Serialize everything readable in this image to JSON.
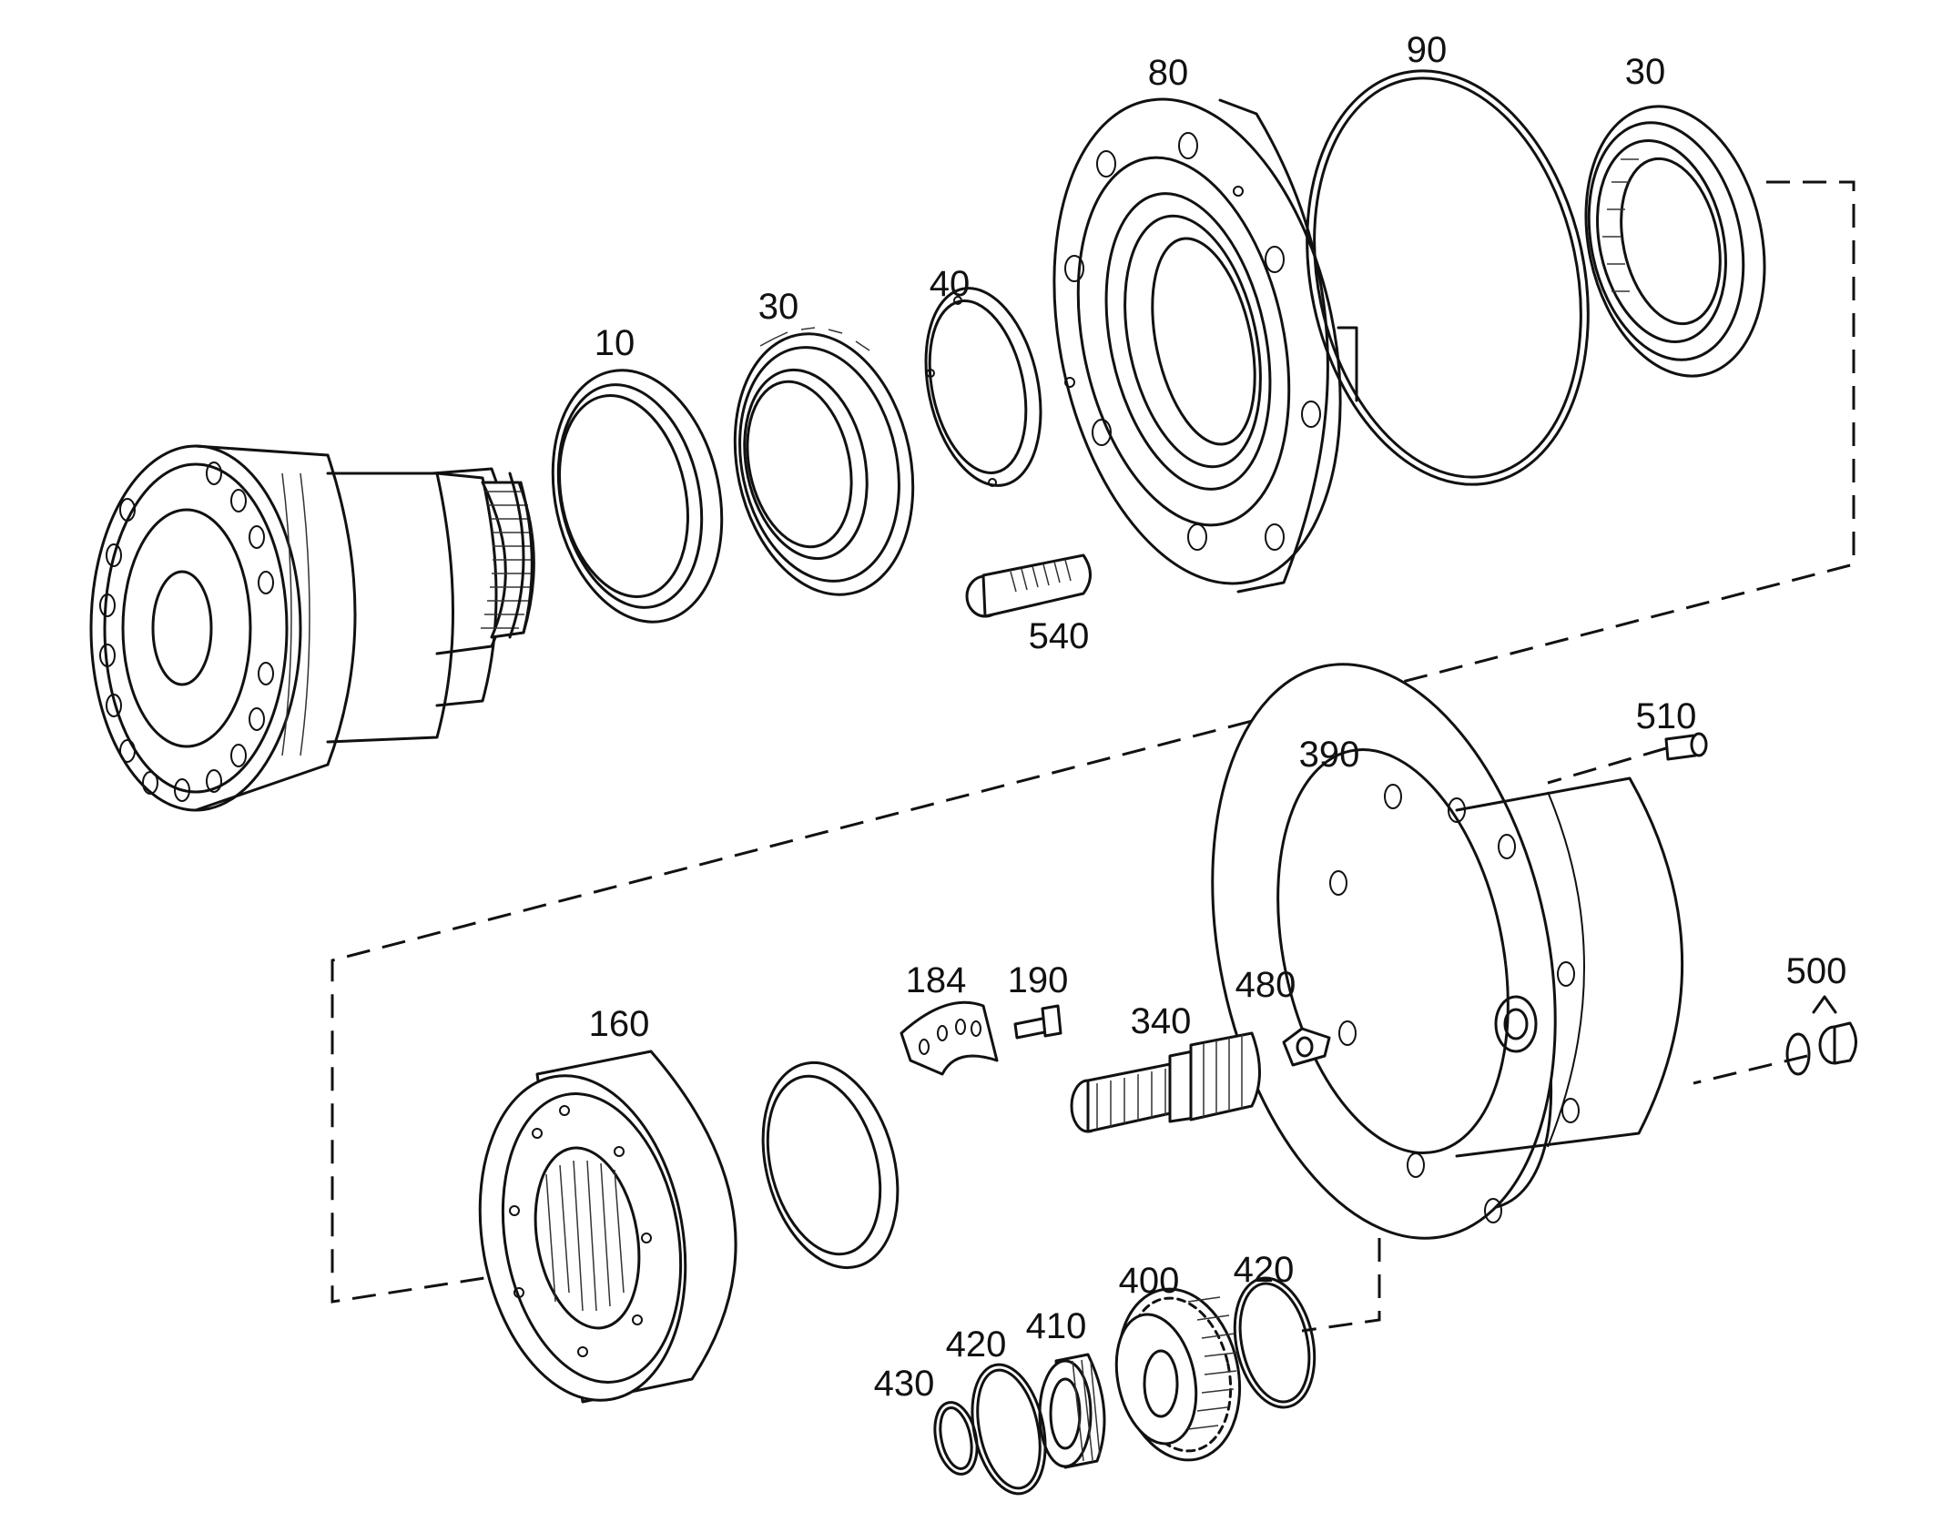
{
  "diagram": {
    "part_labels": {
      "hub": "",
      "seal_10": "10",
      "bearing_30_left": "30",
      "ring_40": "40",
      "flange_80": "80",
      "oring_90": "90",
      "bearing_30_right": "30",
      "stud_540": "540",
      "screw_510": "510",
      "housing_390": "390",
      "carrier_160": "160",
      "plate_184": "184",
      "screw_190": "190",
      "shaft_340": "340",
      "washer_480": "480",
      "plug_500": "500",
      "ring_420_top": "420",
      "gear_400": "400",
      "bearing_410": "410",
      "ring_420_bottom": "420",
      "ring_430": "430"
    }
  }
}
